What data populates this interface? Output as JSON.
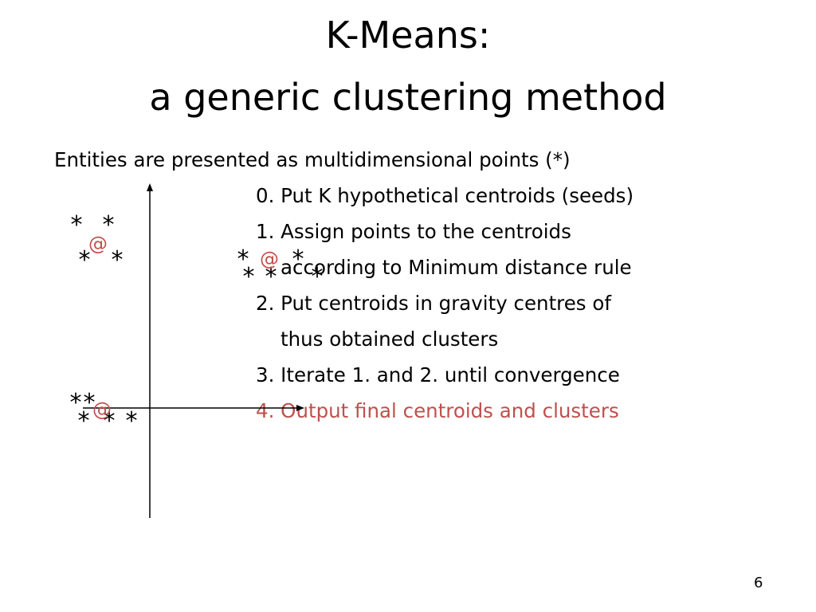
{
  "title": {
    "line1": "K-Means:",
    "line2": "a generic clustering method"
  },
  "intro": "Entities are presented as multidimensional points (*)",
  "steps": [
    "0. Put K hypothetical centroids (seeds)",
    "1. Assign points to the centroids",
    "according to Minimum distance rule",
    "2. Put centroids in gravity centres of",
    "thus obtained clusters",
    "3. Iterate 1. and 2. until convergence",
    "4. Output final centroids and clusters"
  ],
  "highlight_color": "#c0504d",
  "diagram": {
    "point_symbol": "*",
    "centroid_symbol": "@"
  },
  "page_number": "6"
}
